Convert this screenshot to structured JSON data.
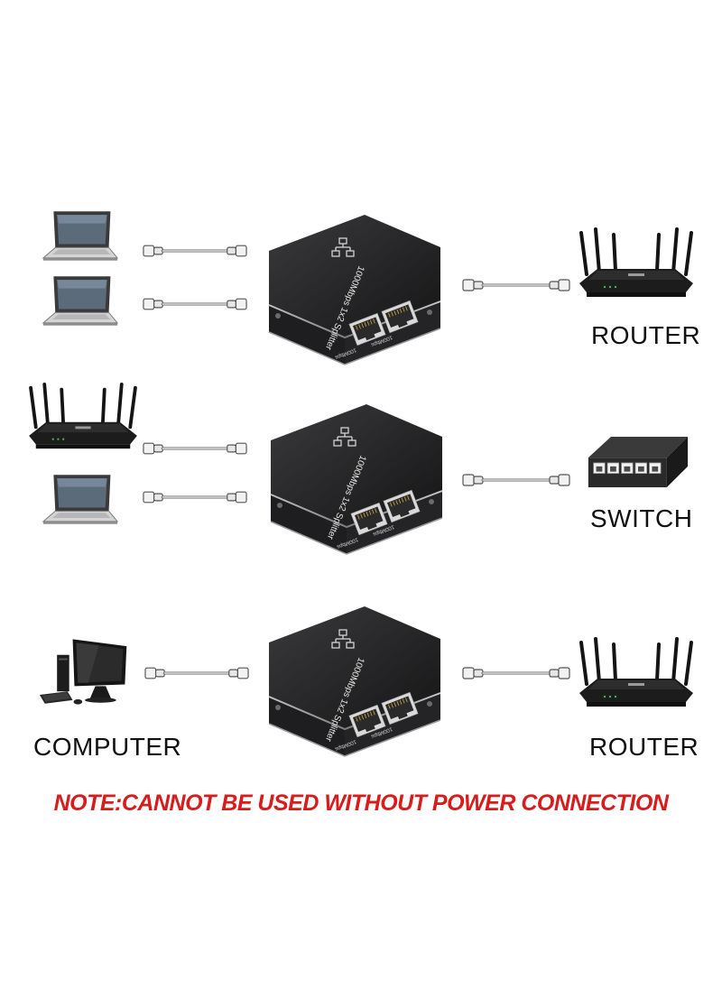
{
  "labels": {
    "row1_right": "ROUTER",
    "row2_right": "SWITCH",
    "row3_left": "COMPUTER",
    "row3_right": "ROUTER"
  },
  "splitter": {
    "model_text": "1000Mbps 1x2 Splitter",
    "port_a": "100Mbps",
    "port_b": "100Mbps"
  },
  "note": "NOTE:CANNOT BE USED WITHOUT POWER CONNECTION",
  "colors": {
    "note": "#d81b1b",
    "splitter_body": "#1c1c1e",
    "label_text": "#111111"
  },
  "icons": [
    "laptop-icon",
    "router-icon",
    "network-switch-icon",
    "desktop-computer-icon",
    "ethernet-cable-icon",
    "ethernet-splitter-icon"
  ]
}
